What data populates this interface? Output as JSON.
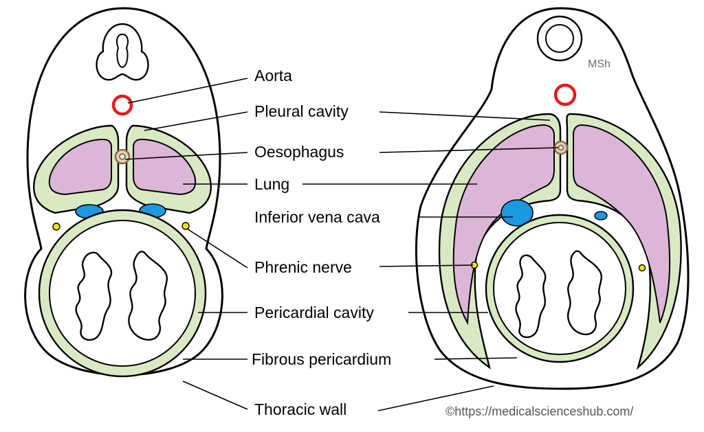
{
  "colors": {
    "pleura": "#d9e9c3",
    "lung": "#dcb6d6",
    "aorta": "#e8191c",
    "vena_cava": "#1a98e0",
    "nerve": "#f2e600",
    "oesophagus_fill": "#e7d3b9",
    "oesophagus_ring": "#8a6a4c",
    "outline": "#000000",
    "background": "#ffffff"
  },
  "labels": {
    "aorta": "Aorta",
    "pleural_cavity": "Pleural cavity",
    "oesophagus": "Oesophagus",
    "lung": "Lung",
    "inferior_vena_cava": "Inferior vena cava",
    "phrenic_nerve": "Phrenic nerve",
    "pericardial_cavity": "Pericardial cavity",
    "fibrous_pericardium": "Fibrous pericardium",
    "thoracic_wall": "Thoracic wall"
  },
  "signature": "MSh",
  "credit": "©https://medicalscienceshub.com/"
}
